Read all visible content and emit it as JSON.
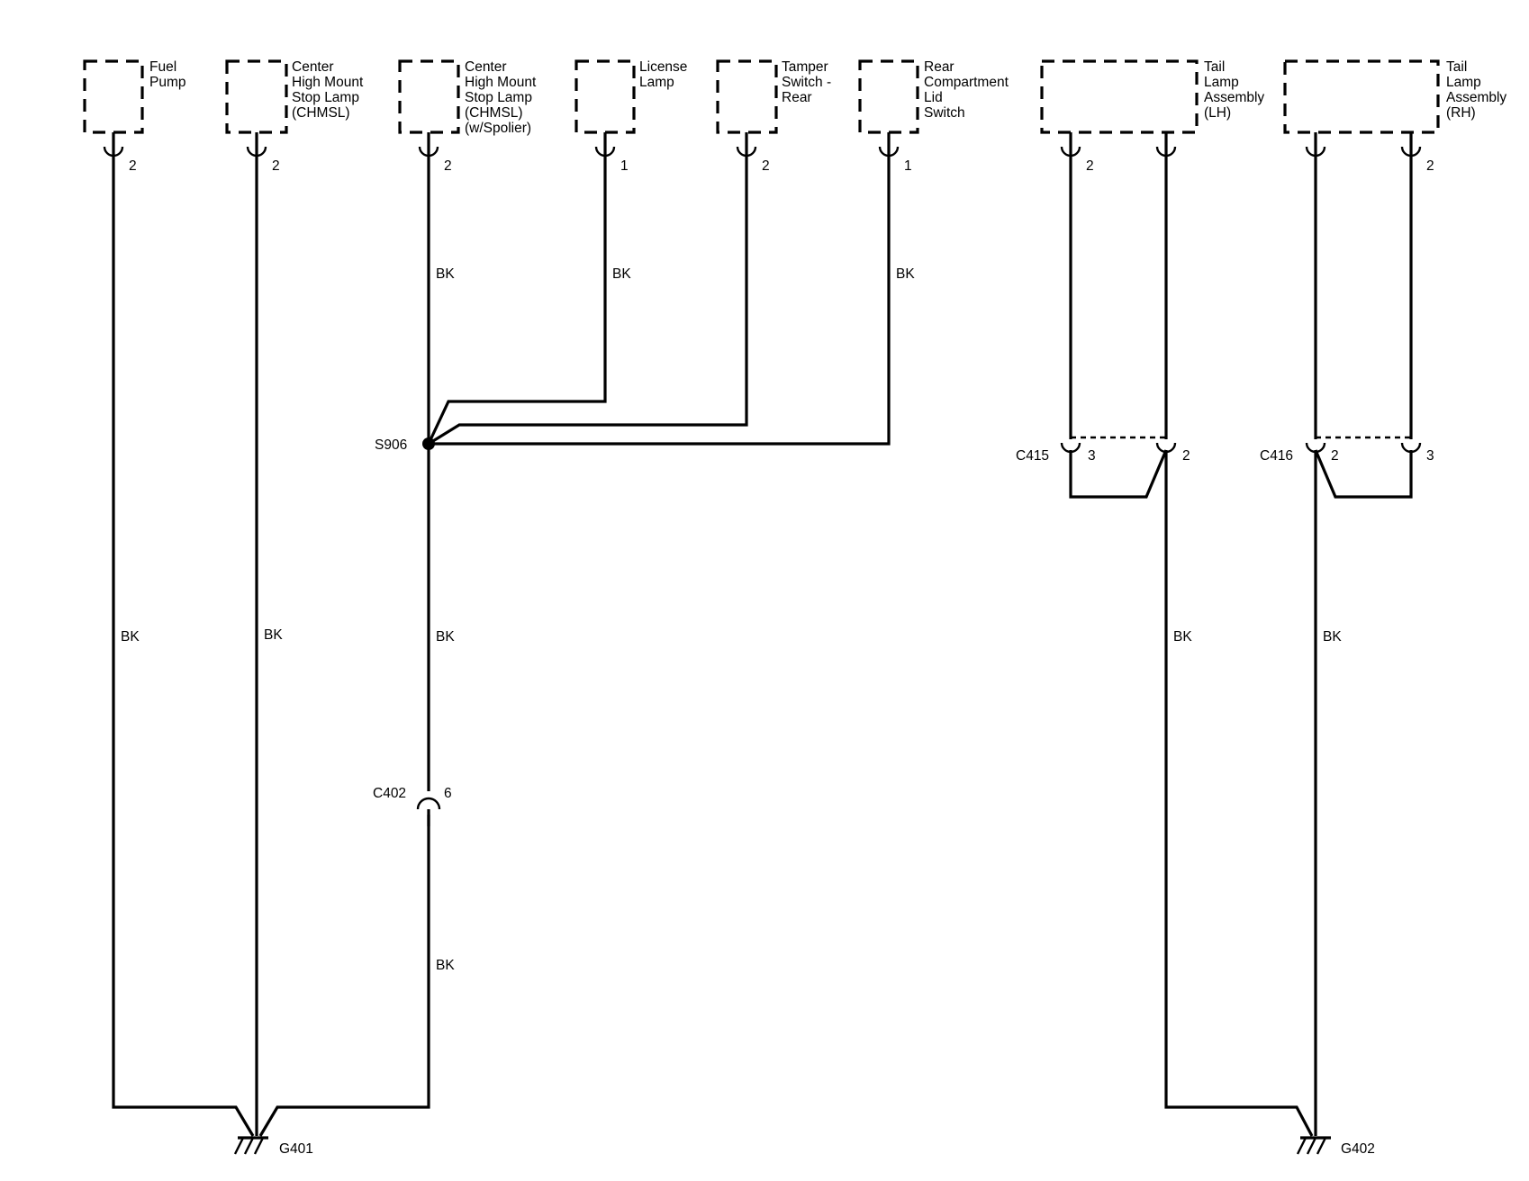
{
  "wire_color": "BK",
  "components": [
    {
      "id": "fuel-pump",
      "lines": [
        "Fuel",
        "Pump"
      ],
      "pin": "2"
    },
    {
      "id": "chmsl",
      "lines": [
        "Center",
        "High Mount",
        "Stop Lamp",
        "(CHMSL)"
      ],
      "pin": "2"
    },
    {
      "id": "chmsl-spoiler",
      "lines": [
        "Center",
        "High Mount",
        "Stop Lamp",
        "(CHMSL)",
        "(w/Spolier)"
      ],
      "pin": "2"
    },
    {
      "id": "license-lamp",
      "lines": [
        "License",
        "Lamp"
      ],
      "pin": "1"
    },
    {
      "id": "tamper-switch",
      "lines": [
        "Tamper",
        "Switch -",
        "Rear"
      ],
      "pin": "2"
    },
    {
      "id": "rear-compartment-lid-switch",
      "lines": [
        "Rear",
        "Compartment",
        "Lid",
        "Switch"
      ],
      "pin": "1"
    },
    {
      "id": "tail-lamp-lh",
      "lines": [
        "Tail",
        "Lamp",
        "Assembly",
        "(LH)"
      ],
      "pin_left": "2",
      "pin_right": ""
    },
    {
      "id": "tail-lamp-rh",
      "lines": [
        "Tail",
        "Lamp",
        "Assembly",
        "(RH)"
      ],
      "pin_left": "",
      "pin_right": "2"
    }
  ],
  "splice": {
    "id": "S906"
  },
  "connectors": [
    {
      "id": "C402",
      "pin": "6"
    },
    {
      "id": "C415",
      "pin_a": "3",
      "pin_b": "2"
    },
    {
      "id": "C416",
      "pin_a": "2",
      "pin_b": "3"
    }
  ],
  "grounds": [
    {
      "id": "G401"
    },
    {
      "id": "G402"
    }
  ]
}
